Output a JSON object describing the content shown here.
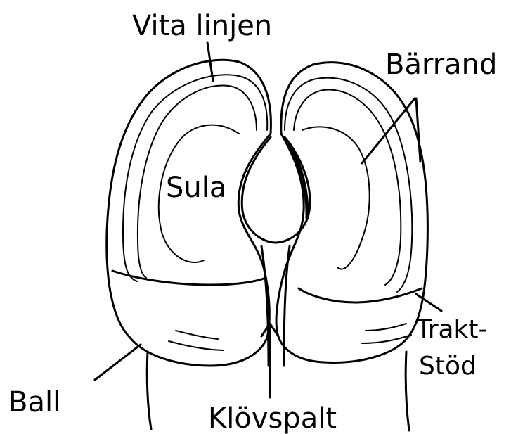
{
  "labels": {
    "vita_linjen": "Vita linjen",
    "barrand": "Bärrand",
    "sula": "Sula",
    "trakt": "Trakt-",
    "stod": "Stöd",
    "ball": "Ball",
    "klovspalt": "Klövspalt"
  }
}
